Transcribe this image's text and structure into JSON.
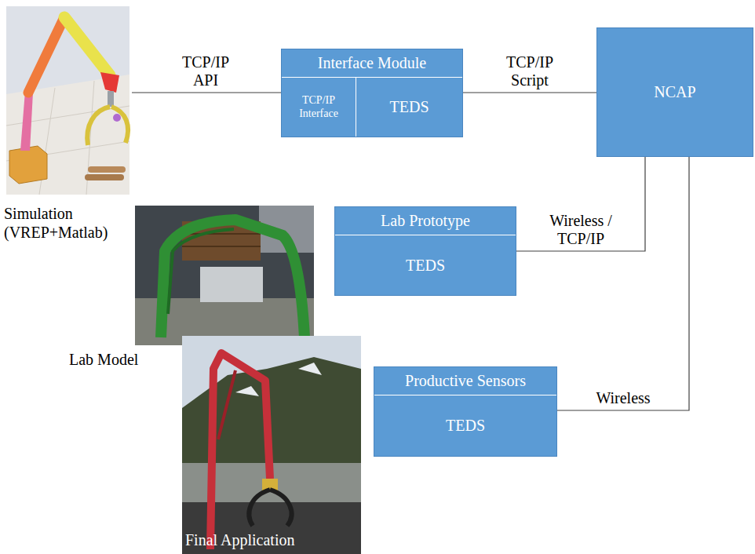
{
  "diagram": {
    "nodes": [
      {
        "text": [
          "Simulation (VREP+Matlab)"
        ]
      },
      {
        "text": [
          "Interface Module"
        ]
      },
      {
        "text": [
          "TCP/IP Interface"
        ],
        "in": 1
      },
      {
        "text": [
          "TEDS"
        ],
        "in": 1
      },
      {
        "text": [
          "NCAP"
        ]
      },
      {
        "text": [
          "Lab Prototype",
          "TEDS"
        ]
      },
      {
        "text": [
          "Productive Sensors",
          "TEDS"
        ]
      }
    ],
    "edges": [
      {
        "from": 0,
        "to": 2,
        "label": "TCP/IP API",
        "arrow": "none"
      },
      {
        "from": 3,
        "to": 4,
        "label": "TCP/IP Script",
        "arrow": "none"
      },
      {
        "from": 4,
        "to": 5,
        "label": "Wireless / TCP/IP",
        "arrow": "none"
      },
      {
        "from": 4,
        "to": 6,
        "label": "Wireless",
        "arrow": "none"
      }
    ],
    "labels": [
      "Lab Model",
      "Final Application"
    ]
  }
}
